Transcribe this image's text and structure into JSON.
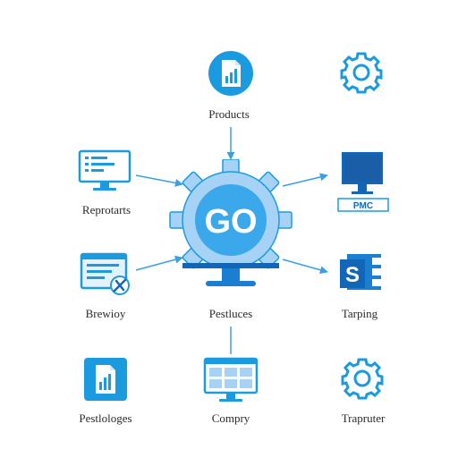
{
  "colors": {
    "accent": "#1a9be0",
    "accent_dark": "#1266b8",
    "gear_fill": "#a6d3f5",
    "gear_inner": "#3aa8ea",
    "line": "#3aa0e0",
    "text": "#2b2b2b"
  },
  "center": {
    "text": "GO",
    "icon": "gear-monitor-icon",
    "label": "Pestluces"
  },
  "nodes": {
    "products": {
      "label": "Products",
      "icon": "document-chart-icon"
    },
    "top_right": {
      "icon": "gear-icon"
    },
    "reports": {
      "label": "Reprotarts",
      "icon": "monitor-list-icon"
    },
    "monitor_right": {
      "icon": "monitor-icon",
      "badge": "PMC"
    },
    "review": {
      "label": "Brewioy",
      "icon": "window-tools-icon"
    },
    "tapping": {
      "label": "Tarping",
      "icon": "s-app-icon",
      "glyph": "S"
    },
    "portfolios": {
      "label": "Pestlologes",
      "icon": "document-chart-icon"
    },
    "company": {
      "label": "Compry",
      "icon": "dashboard-monitor-icon"
    },
    "trapruter": {
      "label": "Trapruter",
      "icon": "gear-icon"
    }
  }
}
